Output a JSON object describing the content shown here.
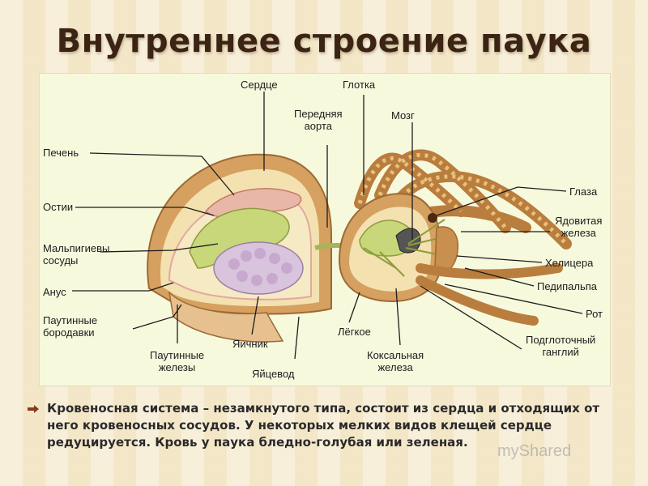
{
  "title": "Внутреннее строение паука",
  "labels": {
    "heart": "Сердце",
    "pharynx": "Глотка",
    "anterior_aorta": "Передняя\nаорта",
    "brain": "Мозг",
    "liver": "Печень",
    "ostia": "Остии",
    "malpighian": "Мальпигиевы\nсосуды",
    "anus": "Анус",
    "spinnerets": "Паутинные\nбородавки",
    "silk_glands": "Паутинные\nжелезы",
    "ovary": "Яичник",
    "oviduct": "Яйцевод",
    "lung": "Лёгкое",
    "coxal_gland": "Коксальная\nжелеза",
    "eyes": "Глаза",
    "venom_gland": "Ядовитая\nжелеза",
    "chelicera": "Хелицера",
    "pedipalp": "Педипальпа",
    "mouth": "Рот",
    "subpharyngeal": "Подглоточный\nганглий"
  },
  "body_text": "Кровеносная система – незамкнутого типа, состоит из сердца и отходящих от него кровеносных сосудов. У некоторых мелких видов клещей сердце редуцируется. Кровь у паука бледно-голубая или зеленая.",
  "watermark": "myShared",
  "colors": {
    "title": "#3b2414",
    "figure_bg": "#f7f9dd",
    "shell": "#c8894a",
    "organ_green": "#c8d77a",
    "ovary": "#d9c4dd",
    "leg": "#cf9a5c"
  }
}
